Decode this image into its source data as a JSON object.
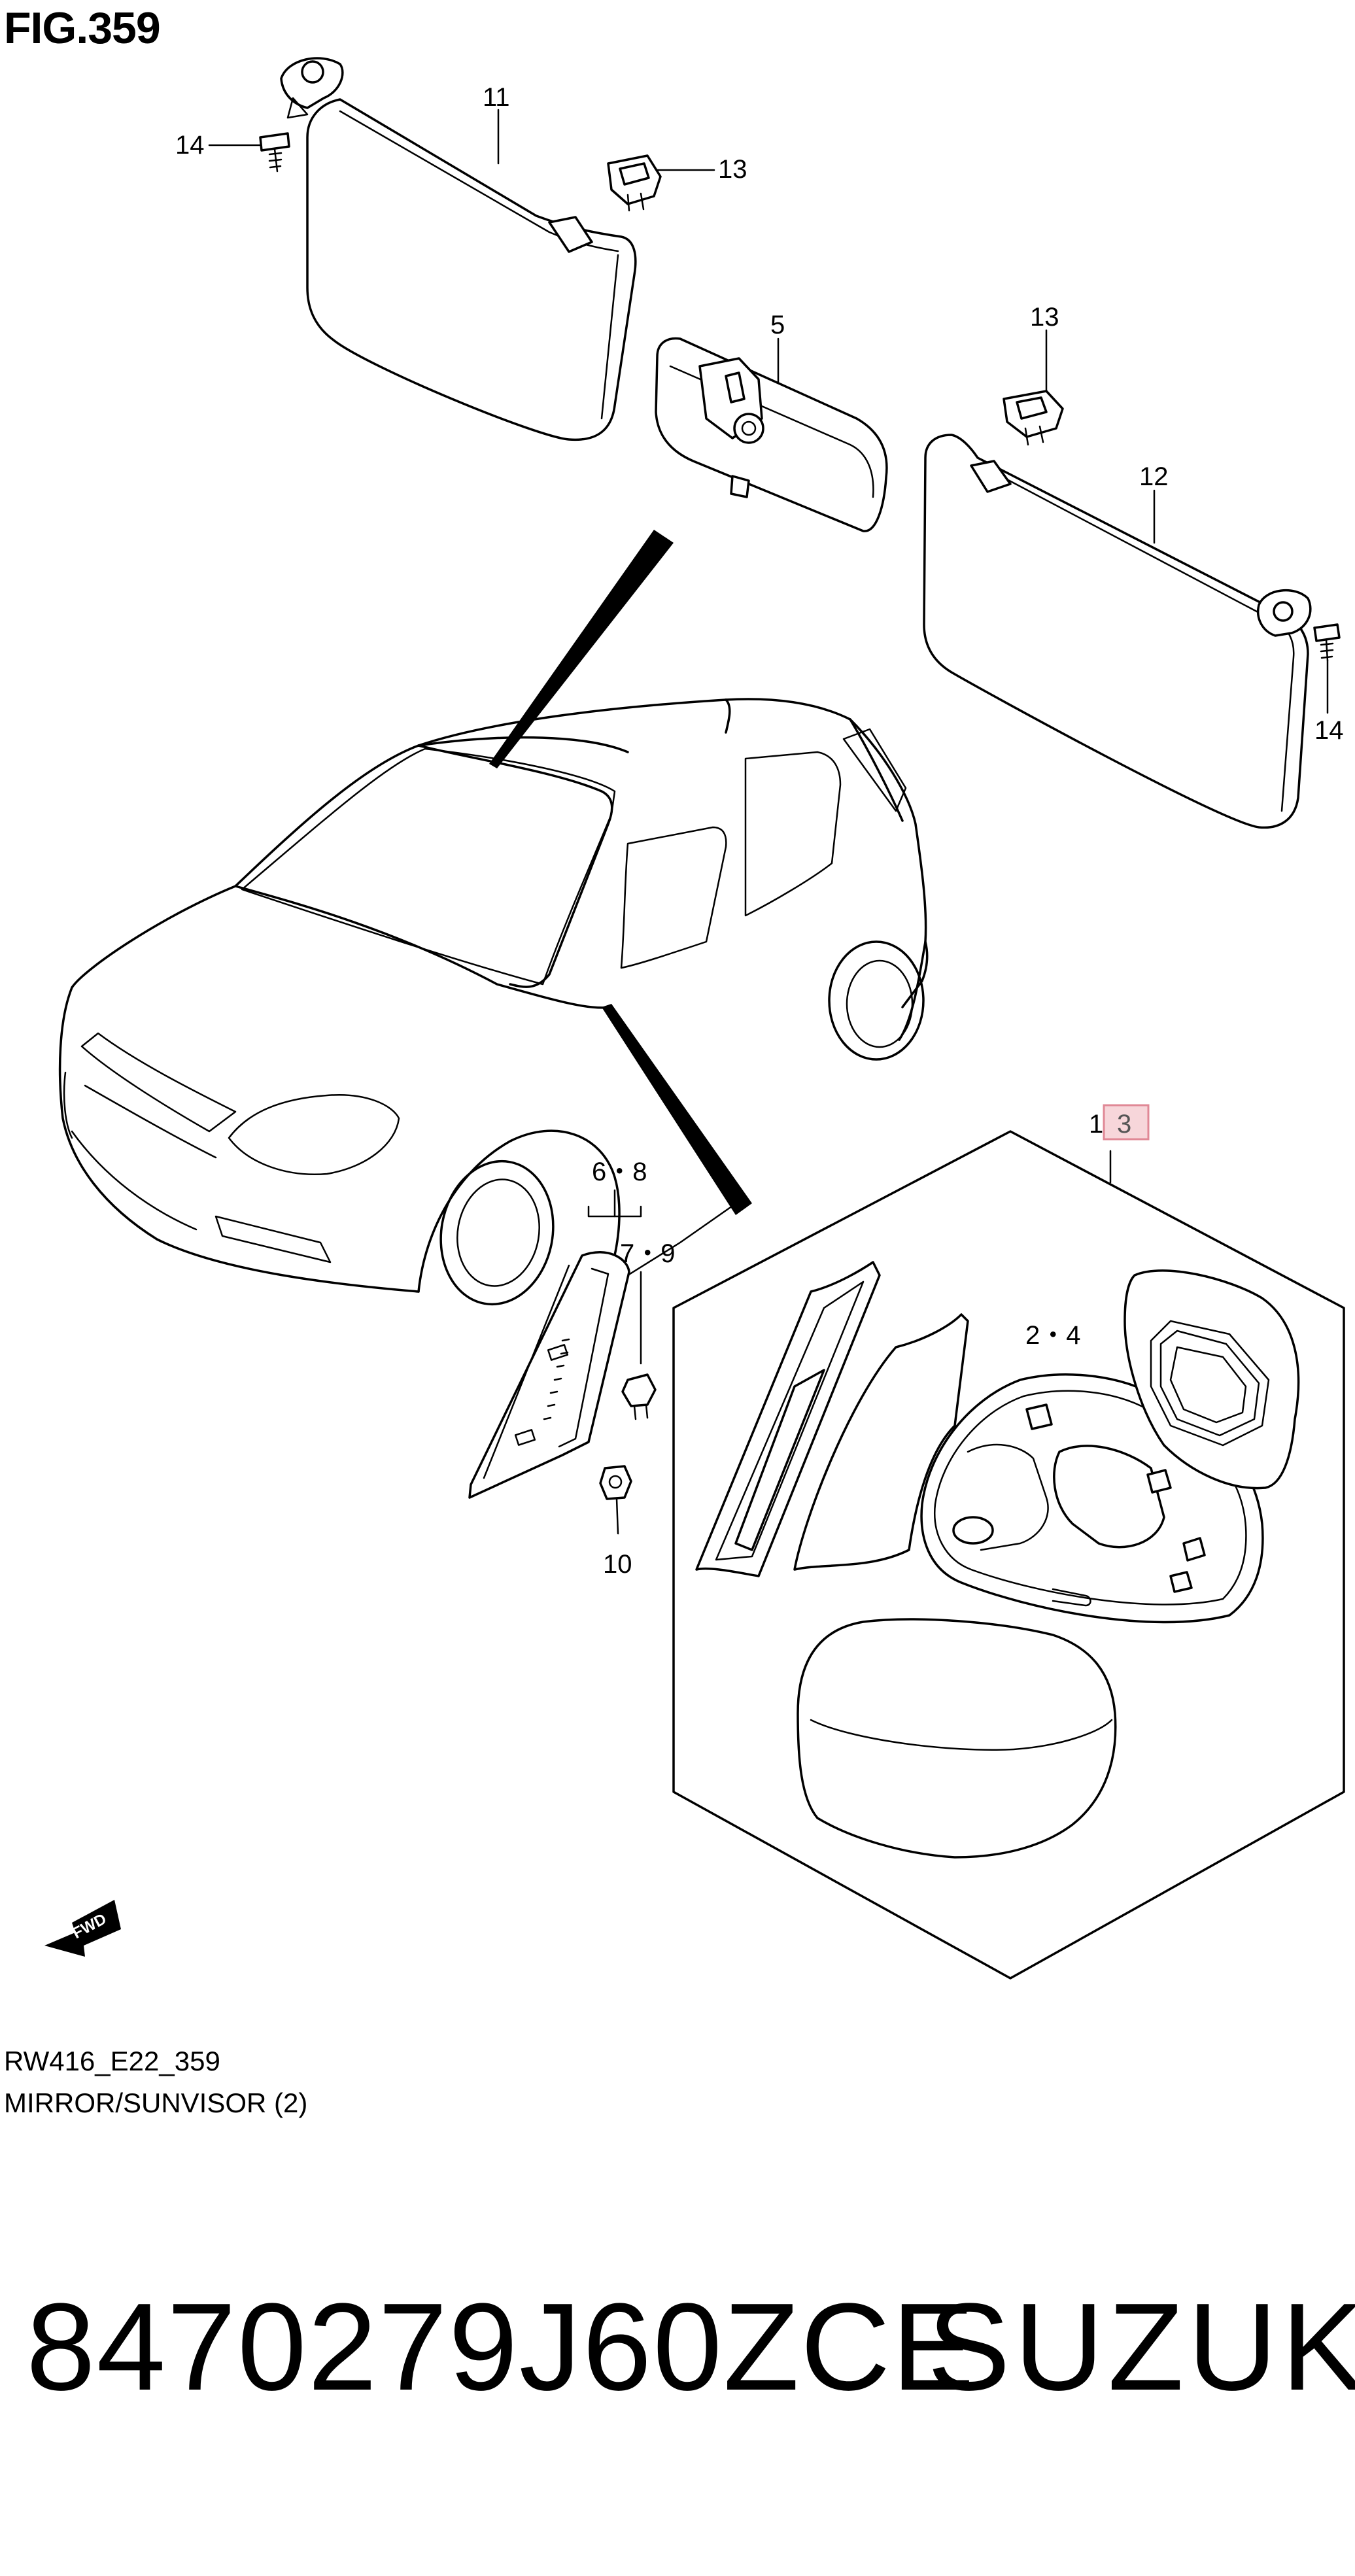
{
  "header": {
    "figure_title": "FIG.359"
  },
  "callouts": {
    "sunvisor_right": "11",
    "sunvisor_left": "12",
    "holder_top": "13",
    "holder_right": "13",
    "screw_top": "14",
    "screw_right": "14",
    "inner_mirror": "5",
    "outside_mirror": "1",
    "outside_mirror_alt": "3",
    "mirror_glass": "2・4",
    "garnish": "6・8",
    "garnish_alt": "7・9",
    "nut": "10"
  },
  "fwd_badge": "FWD",
  "footer": {
    "diagram_code": "RW416_E22_359",
    "diagram_title": "MIRROR/SUNVISOR (2)",
    "part_number": "8470279J60ZCE",
    "brand": "SUZUKI"
  }
}
